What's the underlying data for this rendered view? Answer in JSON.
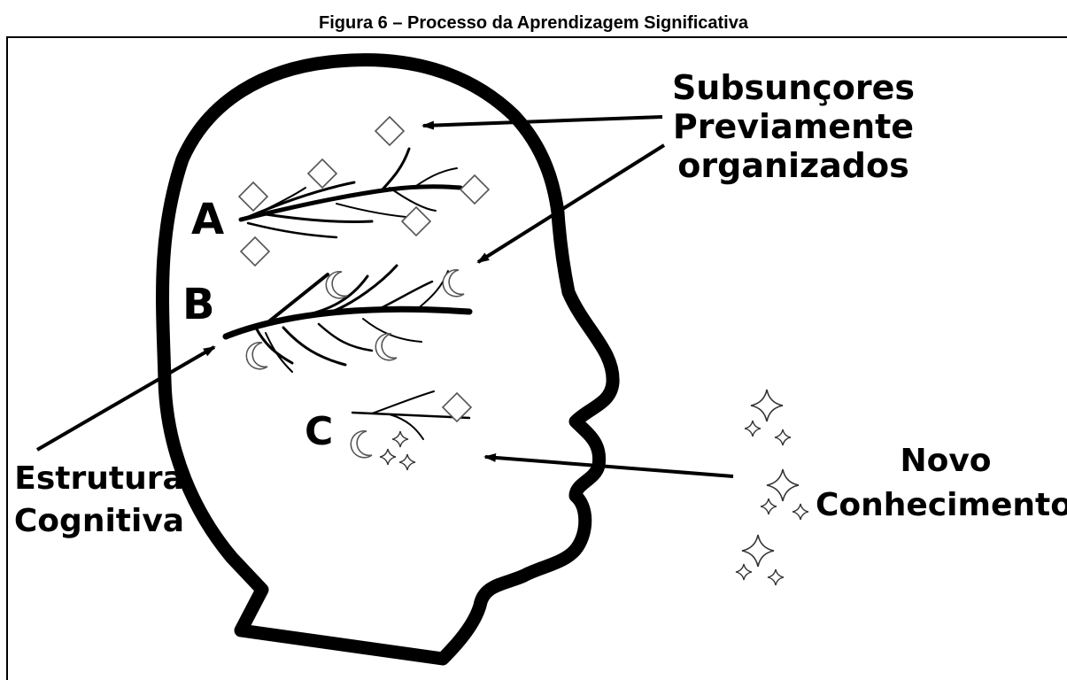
{
  "figure": {
    "title": "Figura 6 – Processo da Aprendizagem Significativa"
  },
  "labels": {
    "subsuncores": "Subsunçores",
    "previamente": "Previamente",
    "organizados": "organizados",
    "branch_a": "A",
    "branch_b": "B",
    "branch_c": "C",
    "estrutura": "Estrutura",
    "cognitiva": "Cognitiva",
    "novo": "Novo",
    "conhecimento": "Conhecimento"
  },
  "icons": {
    "subsumer_shape": "diamond-icon",
    "subsumer_alt_shape": "crescent-moon-icon",
    "new_knowledge_shape": "sparkle-star-icon"
  },
  "colors": {
    "ink": "#000000",
    "background": "#ffffff"
  }
}
